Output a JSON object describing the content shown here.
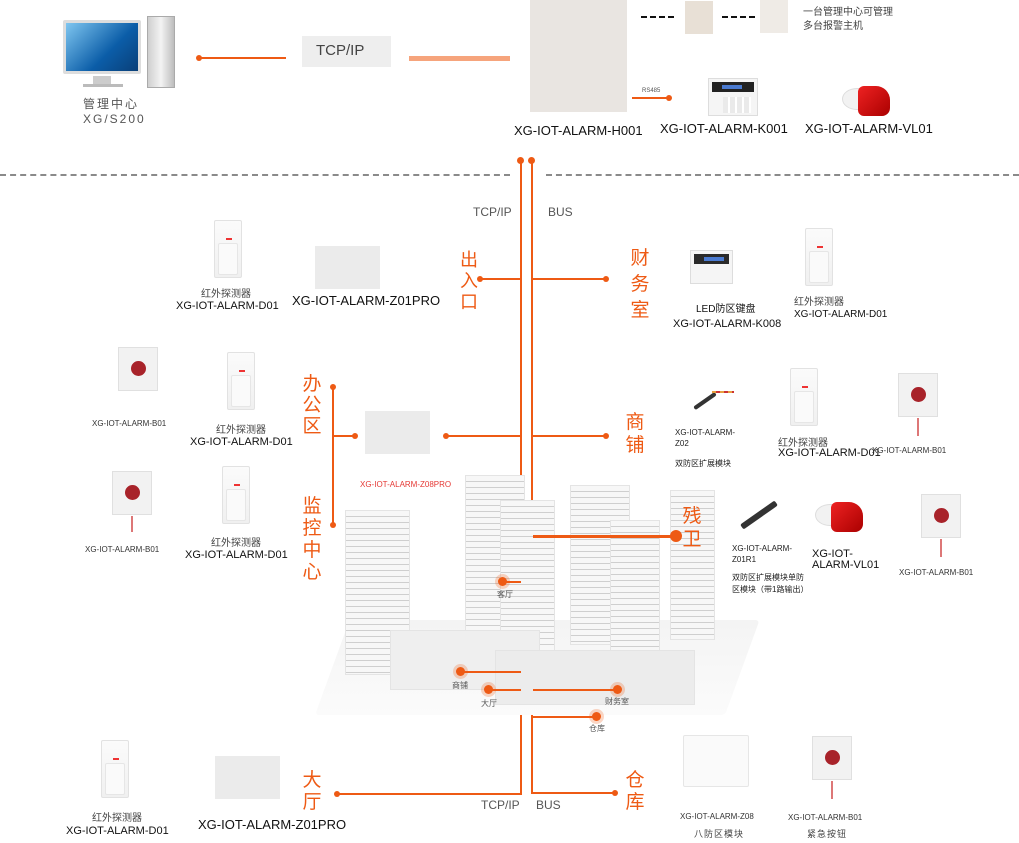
{
  "top": {
    "center": {
      "name": "管理中心",
      "model": "XG/S200",
      "icon": "desktop-computer-icon"
    },
    "link_label": "TCP/IP",
    "host": {
      "model": "XG-IOT-ALARM-H001"
    },
    "keypad": {
      "model": "XG-IOT-ALARM-K001"
    },
    "siren": {
      "model": "XG-IOT-ALARM-VL01"
    },
    "rs485_label": "RS485",
    "note": [
      "一台管理中心可管理",
      "多台报警主机"
    ]
  },
  "bus": {
    "tcp_label": "TCP/IP",
    "bus_label": "BUS",
    "tcp_label_bottom": "TCP/IP",
    "bus_label_bottom": "BUS"
  },
  "zones": {
    "entrance": {
      "label": [
        "出",
        "入",
        "口"
      ],
      "detector_name": "红外探测器",
      "detector_model": "XG-IOT-ALARM-D01",
      "module_model": "XG-IOT-ALARM-Z01PRO"
    },
    "office": {
      "label": [
        "办",
        "公",
        "区"
      ],
      "button_model": "XG-IOT-ALARM-B01",
      "detector_name": "红外探测器",
      "detector_model": "XG-IOT-ALARM-D01"
    },
    "monitor": {
      "label": [
        "监",
        "控",
        "中",
        "心"
      ],
      "button_model": "XG-IOT-ALARM-B01",
      "detector_name": "红外探测器",
      "detector_model": "XG-IOT-ALARM-D01",
      "module_model": "XG-IOT-ALARM-Z08PRO"
    },
    "finance": {
      "label": [
        "财",
        "务",
        "室"
      ],
      "keypad_name": "LED防区键盘",
      "keypad_model": "XG-IOT-ALARM-K008",
      "detector_name": "红外探测器",
      "detector_model": "XG-IOT-ALARM-D01"
    },
    "shop": {
      "label": [
        "商",
        "铺"
      ],
      "module_model_1": "XG-IOT-ALARM-",
      "module_model_2": "Z02",
      "module_desc": "双防区扩展模块",
      "detector_name": "红外探测器",
      "detector_model": "XG-IOT-ALARM-D01",
      "button_model": "XG-IOT-ALARM-B01"
    },
    "restroom": {
      "label": [
        "残",
        "卫"
      ],
      "module_model_1": "XG-IOT-ALARM-",
      "module_model_2": "Z01R1",
      "module_desc_1": "双防区扩展模块单防",
      "module_desc_2": "区模块（带1路输出）",
      "siren_model_1": "XG-IOT-",
      "siren_model_2": "ALARM-VL01",
      "button_model": "XG-IOT-ALARM-B01"
    },
    "hall": {
      "label": [
        "大",
        "厅"
      ],
      "detector_name": "红外探测器",
      "detector_model": "XG-IOT-ALARM-D01",
      "module_model": "XG-IOT-ALARM-Z01PRO"
    },
    "warehouse": {
      "label": [
        "仓",
        "库"
      ],
      "module_model": "XG-IOT-ALARM-Z08",
      "module_name": "八防区模块",
      "button_model": "XG-IOT-ALARM-B01",
      "button_name": "紧急按钮"
    }
  },
  "building_points": [
    "客厅",
    "商铺",
    "大厅",
    "财务室",
    "仓库"
  ],
  "colors": {
    "accent": "#ee5a14",
    "link_faded": "#f6a47c",
    "dash": "#888888",
    "z08pro_label": "#e53935"
  }
}
